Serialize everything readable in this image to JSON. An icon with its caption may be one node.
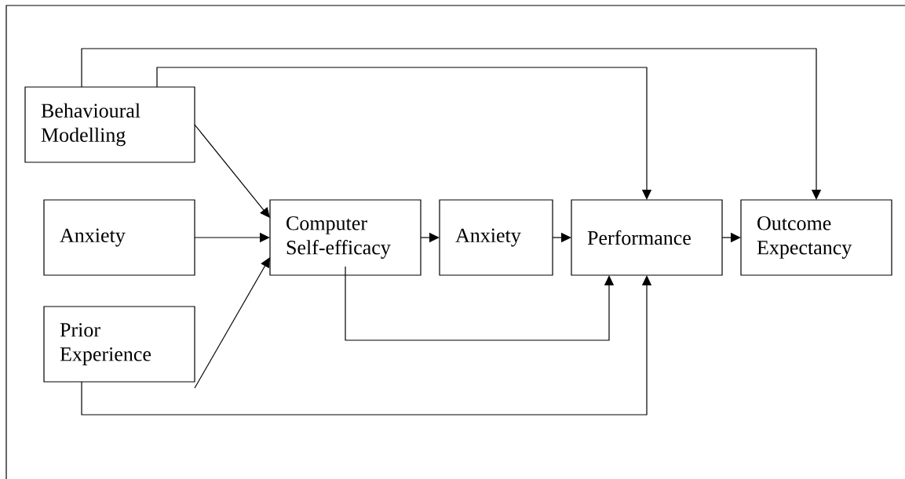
{
  "diagram": {
    "nodes": [
      {
        "text": [
          "Behavioural Modelling"
        ]
      },
      {
        "text": [
          "Anxiety"
        ]
      },
      {
        "text": [
          "Prior Experience"
        ]
      },
      {
        "text": [
          "Computer Self-efficacy"
        ]
      },
      {
        "text": [
          "Anxiety"
        ]
      },
      {
        "text": [
          "Performance"
        ]
      },
      {
        "text": [
          "Outcome Expectancy"
        ]
      }
    ],
    "edges": [
      {
        "from": 0,
        "to": 3,
        "arrow": "to"
      },
      {
        "from": 1,
        "to": 3,
        "arrow": "to"
      },
      {
        "from": 2,
        "to": 3,
        "arrow": "to"
      },
      {
        "from": 3,
        "to": 4,
        "arrow": "to"
      },
      {
        "from": 4,
        "to": 5,
        "arrow": "to"
      },
      {
        "from": 5,
        "to": 6,
        "arrow": "to"
      },
      {
        "from": 0,
        "to": 5,
        "arrow": "to"
      },
      {
        "from": 0,
        "to": 6,
        "arrow": "to"
      },
      {
        "from": 3,
        "to": 5,
        "arrow": "to"
      },
      {
        "from": 2,
        "to": 5,
        "arrow": "to"
      }
    ]
  }
}
